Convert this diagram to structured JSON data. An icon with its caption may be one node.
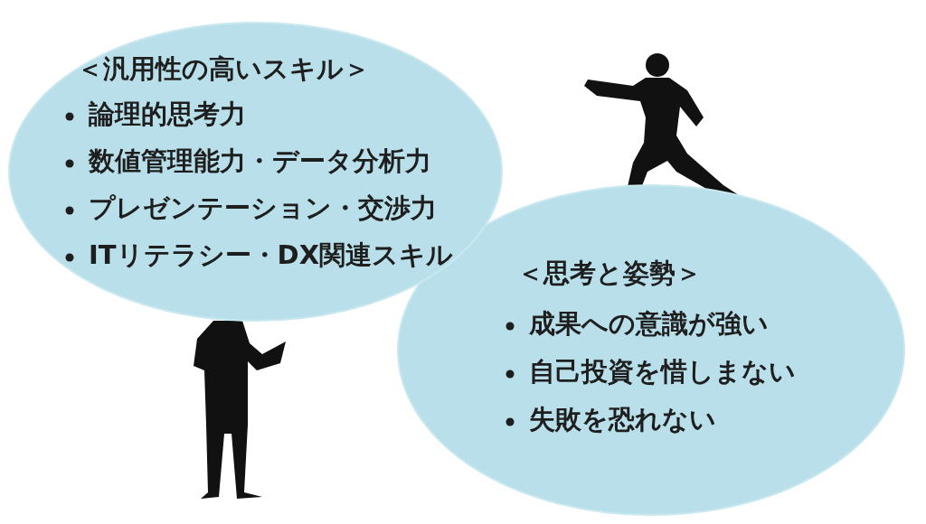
{
  "diagram": {
    "nodes": [
      {
        "text": [
          "＜汎用性の高いスキル＞",
          "論理的思考力",
          "数値管理能力・データ分析力",
          "プレゼンテーション・交渉力",
          "ITリテラシー・DX関連スキル"
        ]
      },
      {
        "text": [
          "＜思考と姿勢＞",
          "成果への意識が強い",
          "自己投資を惜しまない",
          "失敗を恐れない"
        ]
      }
    ]
  }
}
